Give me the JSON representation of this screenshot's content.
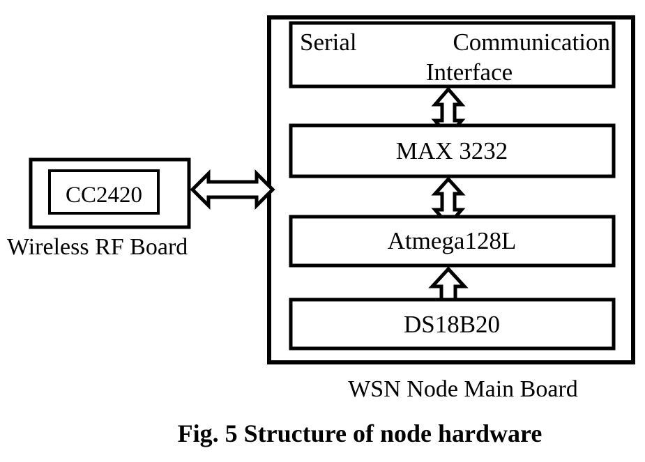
{
  "figure": {
    "caption": "Fig. 5 Structure of node hardware",
    "main_board_label": "WSN Node Main Board",
    "rf_board_label": "Wireless RF Board"
  },
  "rf_board": {
    "chip_label": "CC2420"
  },
  "main_board": {
    "blocks": [
      {
        "id": "serial-interface",
        "line1_left": "Serial",
        "line1_right": "Communication",
        "line2": "Interface"
      },
      {
        "id": "max3232",
        "label": "MAX 3232"
      },
      {
        "id": "atmega128l",
        "label": "Atmega128L"
      },
      {
        "id": "ds18b20",
        "label": "DS18B20"
      }
    ]
  },
  "connectors": [
    {
      "id": "serial-to-max3232",
      "type": "double-arrow-vertical"
    },
    {
      "id": "max3232-to-atmega",
      "type": "double-arrow-vertical"
    },
    {
      "id": "ds18b20-to-atmega",
      "type": "single-arrow-up"
    },
    {
      "id": "rf-to-main-board",
      "type": "double-arrow-horizontal"
    }
  ],
  "colors": {
    "stroke": "#000000",
    "fill": "#ffffff",
    "background": "#ffffff"
  }
}
